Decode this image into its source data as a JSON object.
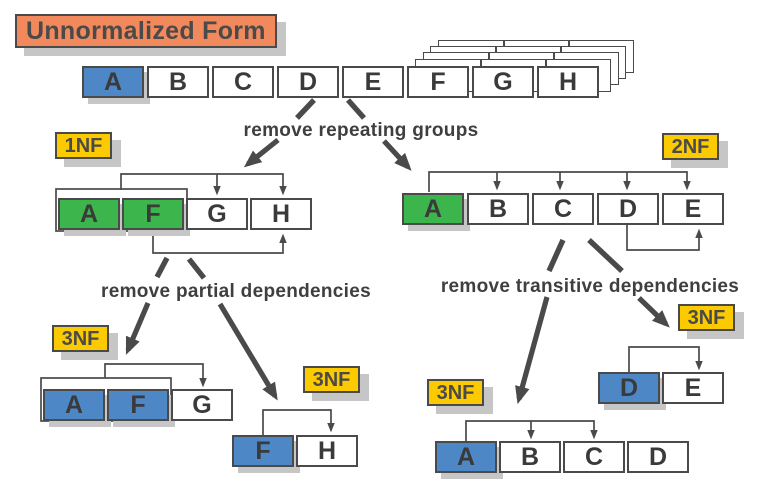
{
  "title": "Unnormalized Form",
  "badges": {
    "nf1": "1NF",
    "nf2": "2NF",
    "nf3_afg": "3NF",
    "nf3_fh": "3NF",
    "nf3_de": "3NF",
    "nf3_abcd": "3NF"
  },
  "captions": {
    "repeating": "remove repeating groups",
    "partial": "remove partial dependencies",
    "transitive": "remove transitive dependencies"
  },
  "colors": {
    "blue": "#4d87c6",
    "green": "#3cb54c",
    "white": "#ffffff",
    "yellow": "#fcca00",
    "orange": "#f2895c",
    "border": "#4a4a4a",
    "arrow": "#4a4a4a",
    "shadow": "#c6c6c6",
    "text": "#3f3f3f"
  },
  "tables": {
    "unf": {
      "cells": [
        {
          "label": "A",
          "color": "blue"
        },
        {
          "label": "B",
          "color": "white"
        },
        {
          "label": "C",
          "color": "white"
        },
        {
          "label": "D",
          "color": "white"
        },
        {
          "label": "E",
          "color": "white"
        },
        {
          "label": "F",
          "color": "white"
        },
        {
          "label": "G",
          "color": "white"
        },
        {
          "label": "H",
          "color": "white"
        }
      ]
    },
    "nf1": {
      "cells": [
        {
          "label": "A",
          "color": "green"
        },
        {
          "label": "F",
          "color": "green"
        },
        {
          "label": "G",
          "color": "white"
        },
        {
          "label": "H",
          "color": "white"
        }
      ]
    },
    "nf2": {
      "cells": [
        {
          "label": "A",
          "color": "green"
        },
        {
          "label": "B",
          "color": "white"
        },
        {
          "label": "C",
          "color": "white"
        },
        {
          "label": "D",
          "color": "white"
        },
        {
          "label": "E",
          "color": "white"
        }
      ]
    },
    "nf3_afg": {
      "cells": [
        {
          "label": "A",
          "color": "blue"
        },
        {
          "label": "F",
          "color": "blue"
        },
        {
          "label": "G",
          "color": "white"
        }
      ]
    },
    "nf3_fh": {
      "cells": [
        {
          "label": "F",
          "color": "blue"
        },
        {
          "label": "H",
          "color": "white"
        }
      ]
    },
    "nf3_de": {
      "cells": [
        {
          "label": "D",
          "color": "blue"
        },
        {
          "label": "E",
          "color": "white"
        }
      ]
    },
    "nf3_abcd": {
      "cells": [
        {
          "label": "A",
          "color": "blue"
        },
        {
          "label": "B",
          "color": "white"
        },
        {
          "label": "C",
          "color": "white"
        },
        {
          "label": "D",
          "color": "white"
        }
      ]
    }
  }
}
